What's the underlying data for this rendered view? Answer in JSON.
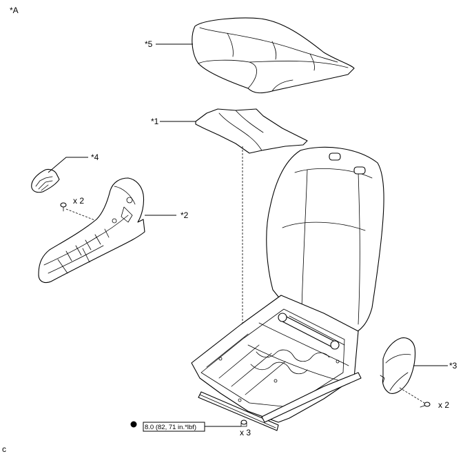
{
  "figure_label": "*A",
  "corner_code": "c",
  "callouts": {
    "c1": "*1",
    "c2": "*2",
    "c3": "*3",
    "c4": "*4",
    "c5": "*5"
  },
  "quantities": {
    "screws_armrest": "x 2",
    "screws_cover": "x 2",
    "nuts": "x 3"
  },
  "torque": "8.0 (82, 71 in.*lbf)"
}
